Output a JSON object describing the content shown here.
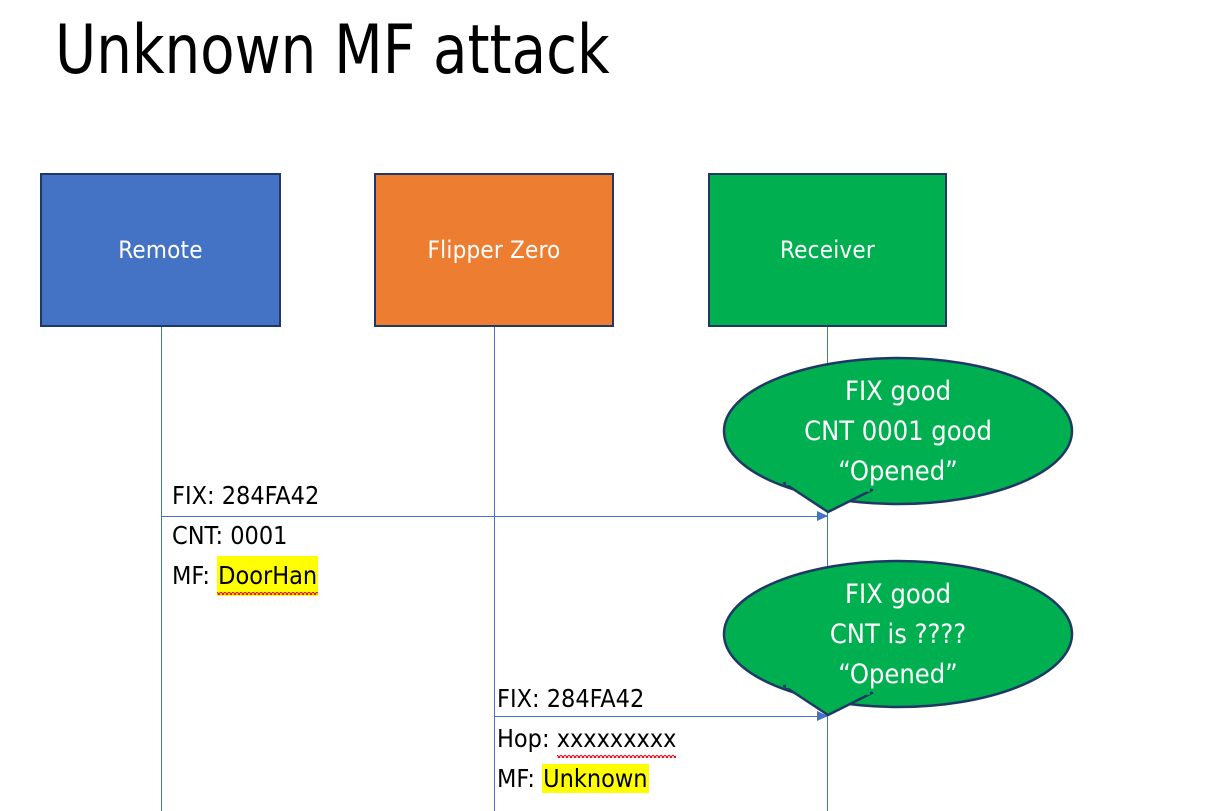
{
  "slide": {
    "title": "Unknown MF attack",
    "background_color": "#FFFFFF"
  },
  "colors": {
    "remote_blue": "#4472C4",
    "flipper_orange": "#ED7D31",
    "receiver_green": "#00B050",
    "border_navy": "#1F3864",
    "connector_blue": "#4472C4",
    "highlight_yellow": "#FFFF00",
    "callout_text": "#FFFFFF",
    "spellcheck_red": "#E81123"
  },
  "actors": [
    {
      "id": "remote",
      "label": "Remote"
    },
    {
      "id": "flipper",
      "label": "Flipper Zero"
    },
    {
      "id": "receiver",
      "label": "Receiver"
    }
  ],
  "messages": [
    {
      "id": "remote-to-receiver",
      "from": "Remote",
      "to": "Receiver",
      "lines": [
        {
          "label": "FIX: ",
          "value": "284FA42",
          "highlighted": false,
          "squiggly": false
        },
        {
          "label": "CNT: ",
          "value": "0001",
          "highlighted": false,
          "squiggly": false
        },
        {
          "label": "MF: ",
          "value": "DoorHan",
          "highlighted": true,
          "squiggly": true
        }
      ]
    },
    {
      "id": "flipper-to-receiver",
      "from": "Flipper Zero",
      "to": "Receiver",
      "lines": [
        {
          "label": "FIX: ",
          "value": "284FA42",
          "highlighted": false,
          "squiggly": false
        },
        {
          "label": "Hop: ",
          "value": "xxxxxxxxx",
          "highlighted": false,
          "squiggly": true
        },
        {
          "label": "MF: ",
          "value": "Unknown",
          "highlighted": true,
          "squiggly": false
        }
      ]
    }
  ],
  "callouts": [
    {
      "id": "callout-legit",
      "lines": [
        "FIX good",
        "CNT 0001 good",
        "“Opened”"
      ]
    },
    {
      "id": "callout-attack",
      "lines": [
        "FIX good",
        "CNT is ????",
        "“Opened”"
      ]
    }
  ]
}
